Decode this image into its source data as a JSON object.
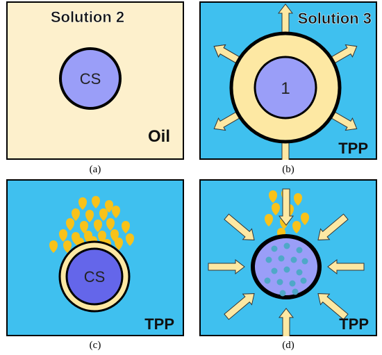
{
  "panels": {
    "a": {
      "caption": "(a)",
      "title": "Solution 2",
      "core_label": "CS",
      "medium_label": "Oil",
      "bg": "#fdf0cc"
    },
    "b": {
      "caption": "(b)",
      "title": "Solution 3",
      "core_label": "1",
      "medium_label": "TPP",
      "bg": "#3fc0ef"
    },
    "c": {
      "caption": "(c)",
      "core_label": "CS",
      "medium_label": "TPP",
      "bg": "#3fc0ef"
    },
    "d": {
      "caption": "(d)",
      "medium_label": "TPP",
      "bg": "#3fc0ef"
    }
  },
  "colors": {
    "core_fill": "#9a9ef8",
    "core_fill_dark": "#6466ea",
    "shell_fill": "#fde8a3",
    "arrow_fill": "#fde8a3",
    "droplet": "#f8c21a",
    "dot": "#4fa8c8",
    "stroke": "#000000"
  }
}
